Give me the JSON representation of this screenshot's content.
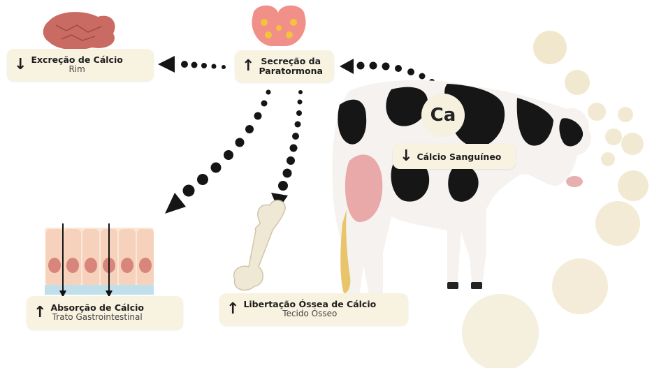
{
  "hormone": {
    "arrow": "↑",
    "title_line1": "Secreção da",
    "title_line2": "Paratormona"
  },
  "kidney": {
    "arrow": "↓",
    "title": "Excreção de Cálcio",
    "sub": "Rim"
  },
  "intestine": {
    "arrow": "↑",
    "title": "Absorção de Cálcio",
    "sub": "Trato Gastrointestinal"
  },
  "bone": {
    "arrow": "↑",
    "title": "Libertação Óssea de Cálcio",
    "sub": "Tecido Ósseo"
  },
  "blood": {
    "arrow": "↓",
    "title": "Cálcio Sanguíneo",
    "ion": "Ca"
  },
  "colors": {
    "label_bg": "#f8f2e0",
    "dots": "#151515",
    "deco_circles": "#efe4c8",
    "kidney": "#c96b63",
    "thyroid": "#f19088",
    "thyroid_spots": "#f5c23b"
  }
}
